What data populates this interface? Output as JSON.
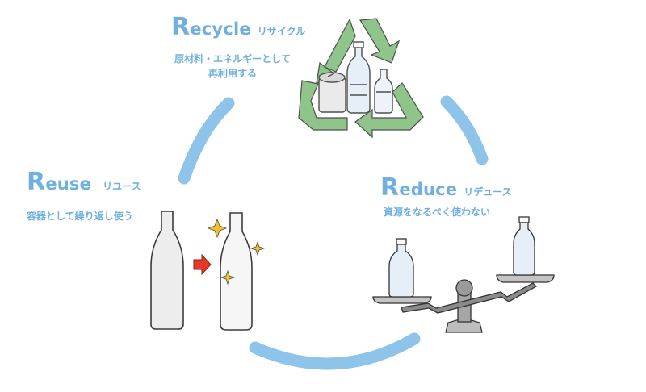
{
  "recycle": {
    "title_cap": "R",
    "title_rest": "ecycle",
    "title_ja": "リサイクル",
    "desc_line1": "原材料・エネルギーとして",
    "desc_line2": "再利用する"
  },
  "reuse": {
    "title_cap": "R",
    "title_rest": "euse",
    "title_ja": "リユース",
    "desc": "容器として繰り返し使う"
  },
  "reduce": {
    "title_cap": "R",
    "title_rest": "educe",
    "title_ja": "リデュース",
    "desc": "資源をなるべく使わない"
  },
  "colors": {
    "text_accent": "#6fb0df",
    "cycle_arc": "#8ec3ea",
    "recycle_arrow": "#8fc48a",
    "arrow_red": "#e53a2a",
    "sparkle": "#f2c12e"
  }
}
